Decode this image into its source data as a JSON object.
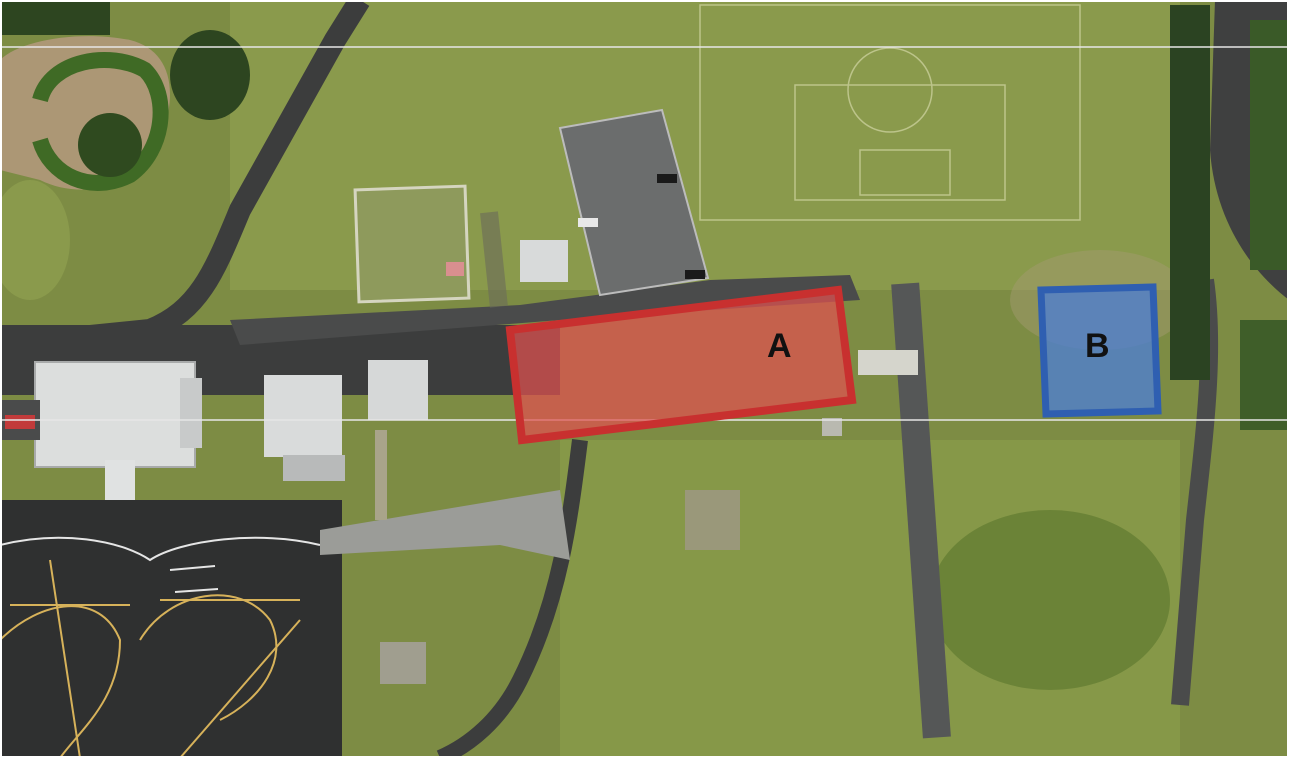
{
  "map": {
    "colors": {
      "grass": "#7d8c44",
      "grass_light": "#94a357",
      "grass_dark": "#5f7030",
      "asphalt": "#3c3d3d",
      "paving": "#9b9c98",
      "roof": "#dcdedd",
      "trees": "#2d4520",
      "zone_a_fill": "#e0504f",
      "zone_a_stroke": "#c8302f",
      "zone_b_fill": "#4f7fcf",
      "zone_b_stroke": "#2f5fb1",
      "grid_line": "#e6e6e6"
    },
    "zones": [
      {
        "id": "A",
        "label": "A"
      },
      {
        "id": "B",
        "label": "B"
      }
    ]
  }
}
